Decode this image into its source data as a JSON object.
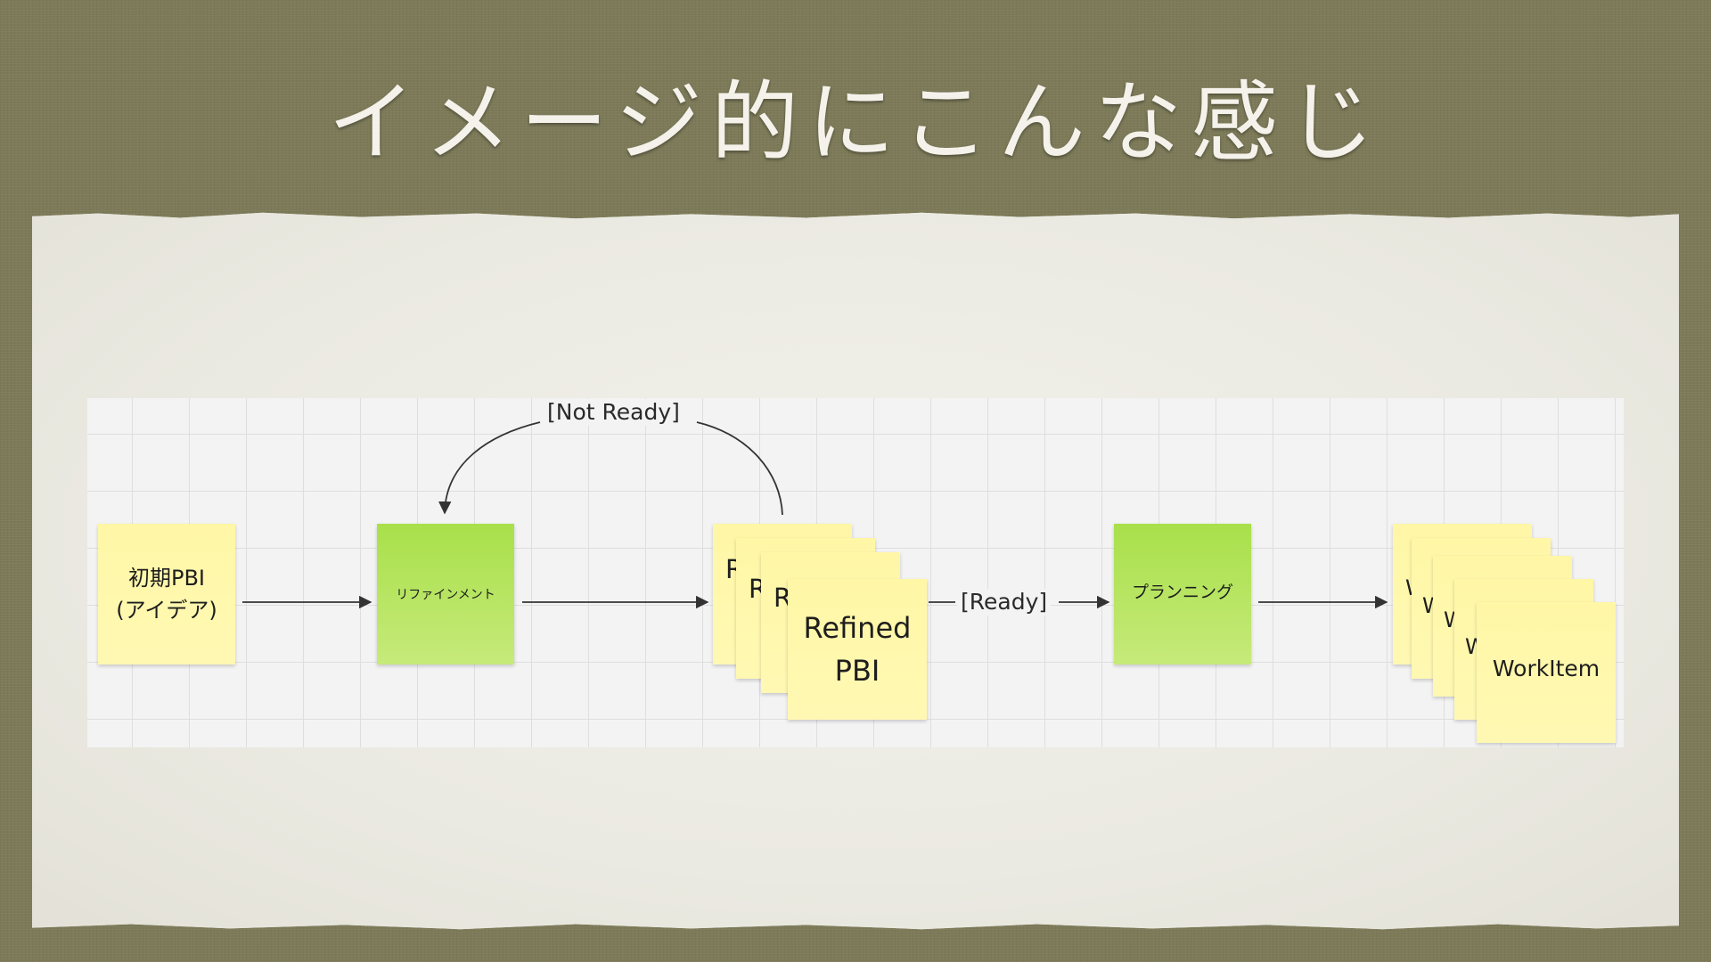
{
  "slide": {
    "title": "イメージ的にこんな感じ"
  },
  "diagram": {
    "nodes": {
      "initial_pbi": "初期PBI\n(アイデア)",
      "refinement": "リファインメント",
      "refined_pbi_stub": "R",
      "refined_pbi": "Refined\nPBI",
      "planning": "プランニング",
      "workitem_stub": "W",
      "workitem": "WorkItem"
    },
    "edges": {
      "not_ready": "[Not Ready]",
      "ready": "[Ready]"
    }
  },
  "colors": {
    "background": "#7c7a58",
    "paper": "#ecebe4",
    "sticky_yellow": "#fff8b3",
    "sticky_green": "#a8e04a",
    "arrow": "#333333"
  }
}
